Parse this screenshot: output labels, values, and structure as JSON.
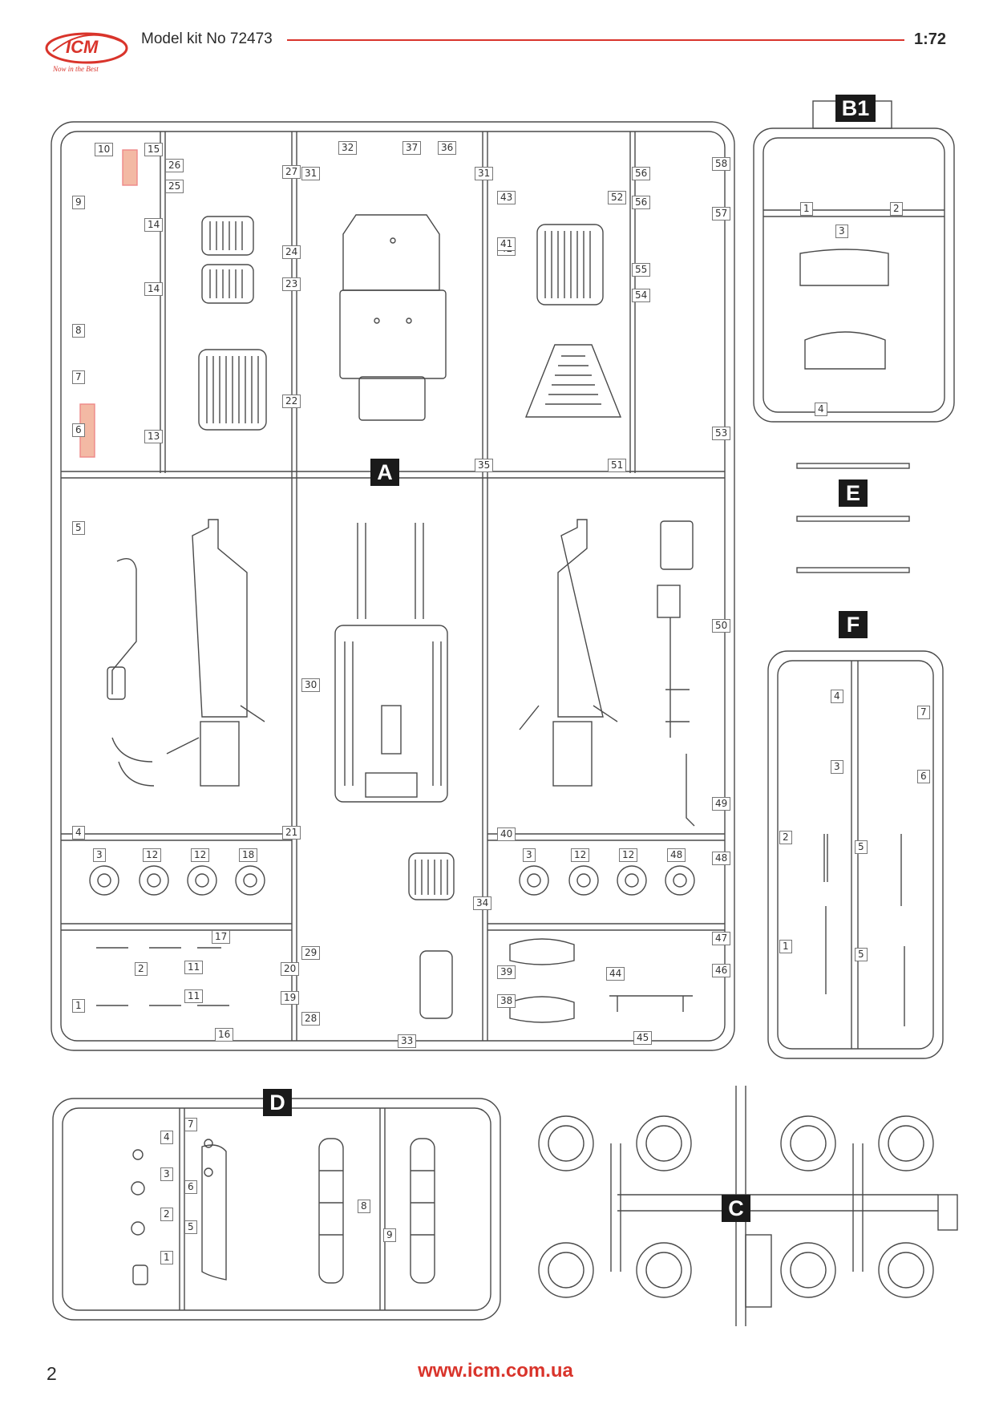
{
  "header": {
    "brand": "ICM",
    "slogan": "Now in the Best",
    "model_label": "Model kit No 72473",
    "scale": "1:72"
  },
  "sprues": {
    "A": "A",
    "B1": "B1",
    "C": "C",
    "D": "D",
    "E": "E",
    "F": "F"
  },
  "part_numbers": {
    "A_col1": [
      "10",
      "9",
      "8",
      "7",
      "6",
      "5",
      "4",
      "1"
    ],
    "A_col2": [
      "15",
      "26",
      "25",
      "14",
      "14",
      "13"
    ],
    "A_col3": [
      "27",
      "24",
      "23",
      "22",
      "21"
    ],
    "A_col4": [
      "31",
      "32",
      "37",
      "36",
      "31",
      "35",
      "30",
      "29",
      "28",
      "33"
    ],
    "A_col5": [
      "43",
      "42",
      "52",
      "41",
      "51",
      "40",
      "39",
      "38",
      "44",
      "45"
    ],
    "A_col6": [
      "56",
      "58",
      "56",
      "57",
      "55",
      "54",
      "53",
      "50",
      "49",
      "48",
      "47",
      "46"
    ],
    "A_wheels_left": [
      "3",
      "12",
      "12",
      "18"
    ],
    "A_wheels_right": [
      "3",
      "12",
      "12",
      "48"
    ],
    "A_bottom_left": [
      "17",
      "2",
      "11",
      "20",
      "11",
      "19",
      "16",
      "34"
    ],
    "B1": [
      "1",
      "2",
      "3",
      "4"
    ],
    "D": [
      "4",
      "7",
      "3",
      "6",
      "2",
      "5",
      "1",
      "8",
      "9"
    ],
    "F": [
      "4",
      "7",
      "3",
      "6",
      "2",
      "5",
      "1",
      "5"
    ]
  },
  "footer": {
    "page_number": "2",
    "website": "www.icm.com.ua"
  },
  "colors": {
    "brand_red": "#d9342b",
    "line": "#4a4a4a",
    "highlight": "#f3b9a4"
  }
}
